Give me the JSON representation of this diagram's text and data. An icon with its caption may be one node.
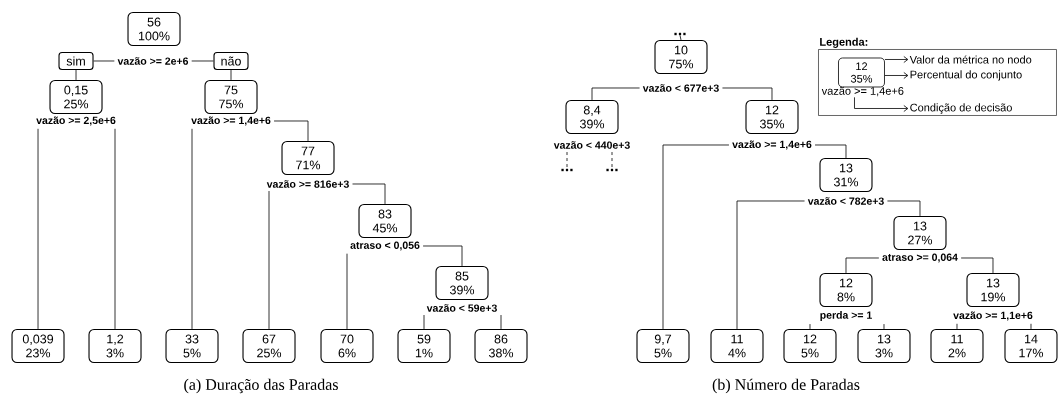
{
  "diagram": {
    "nodes": [
      {
        "text": [
          "56",
          "100%"
        ]
      },
      {
        "text": [
          "vazão >= 2e+6"
        ]
      },
      {
        "text": [
          "sim"
        ]
      },
      {
        "text": [
          "não"
        ]
      },
      {
        "text": [
          "0,15",
          "25%"
        ]
      },
      {
        "text": [
          "vazão >= 2,5e+6"
        ]
      },
      {
        "text": [
          "75",
          "75%"
        ]
      },
      {
        "text": [
          "vazão >= 1,4e+6"
        ]
      },
      {
        "text": [
          "77",
          "71%"
        ]
      },
      {
        "text": [
          "vazão >= 816e+3"
        ]
      },
      {
        "text": [
          "83",
          "45%"
        ]
      },
      {
        "text": [
          "atraso < 0,056"
        ]
      },
      {
        "text": [
          "85",
          "39%"
        ]
      },
      {
        "text": [
          "vazão < 59e+3"
        ]
      },
      {
        "text": [
          "0,039",
          "23%"
        ]
      },
      {
        "text": [
          "1,2",
          "3%"
        ]
      },
      {
        "text": [
          "33",
          "5%"
        ]
      },
      {
        "text": [
          "67",
          "25%"
        ]
      },
      {
        "text": [
          "70",
          "6%"
        ]
      },
      {
        "text": [
          "59",
          "1%"
        ]
      },
      {
        "text": [
          "86",
          "38%"
        ]
      },
      {
        "text": [
          "..."
        ]
      },
      {
        "text": [
          "10",
          "75%"
        ]
      },
      {
        "text": [
          "vazão < 677e+3"
        ]
      },
      {
        "text": [
          "8,4",
          "39%"
        ]
      },
      {
        "text": [
          "vazão < 440e+3"
        ]
      },
      {
        "text": [
          "..."
        ]
      },
      {
        "text": [
          "..."
        ]
      },
      {
        "text": [
          "12",
          "35%"
        ]
      },
      {
        "text": [
          "vazão >= 1,4e+6"
        ]
      },
      {
        "text": [
          "13",
          "31%"
        ]
      },
      {
        "text": [
          "vazão < 782e+3"
        ]
      },
      {
        "text": [
          "13",
          "27%"
        ]
      },
      {
        "text": [
          "atraso >= 0,064"
        ]
      },
      {
        "text": [
          "12",
          "8%"
        ]
      },
      {
        "text": [
          "perda >= 1"
        ]
      },
      {
        "text": [
          "13",
          "19%"
        ]
      },
      {
        "text": [
          "vazão >= 1,1e+6"
        ]
      },
      {
        "text": [
          "9,7",
          "5%"
        ]
      },
      {
        "text": [
          "11",
          "4%"
        ]
      },
      {
        "text": [
          "12",
          "5%"
        ]
      },
      {
        "text": [
          "13",
          "3%"
        ]
      },
      {
        "text": [
          "11",
          "2%"
        ]
      },
      {
        "text": [
          "14",
          "17%"
        ]
      },
      {
        "text": [
          "Legenda:"
        ]
      },
      {
        "text": [
          "12",
          "35%"
        ],
        "in": 44
      },
      {
        "text": [
          "vazão >= 1,4e+6"
        ],
        "in": 44
      },
      {
        "text": [
          "Valor da métrica no nodo"
        ],
        "in": 44
      },
      {
        "text": [
          "Percentual do conjunto"
        ],
        "in": 44
      },
      {
        "text": [
          "Condição de decisão"
        ],
        "in": 44
      }
    ],
    "edges": [
      {
        "from": 1,
        "to": 2,
        "arrow": "none"
      },
      {
        "from": 1,
        "to": 3,
        "arrow": "none"
      },
      {
        "from": 2,
        "to": 4,
        "arrow": "none"
      },
      {
        "from": 3,
        "to": 6,
        "arrow": "none"
      },
      {
        "from": 5,
        "to": 14,
        "arrow": "none"
      },
      {
        "from": 5,
        "to": 15,
        "arrow": "none"
      },
      {
        "from": 7,
        "to": 16,
        "arrow": "none"
      },
      {
        "from": 7,
        "to": 8,
        "arrow": "none"
      },
      {
        "from": 9,
        "to": 17,
        "arrow": "none"
      },
      {
        "from": 9,
        "to": 10,
        "arrow": "none"
      },
      {
        "from": 11,
        "to": 18,
        "arrow": "none"
      },
      {
        "from": 11,
        "to": 12,
        "arrow": "none"
      },
      {
        "from": 13,
        "to": 19,
        "arrow": "none"
      },
      {
        "from": 13,
        "to": 20,
        "arrow": "none"
      },
      {
        "from": 21,
        "to": 22,
        "arrow": "none"
      },
      {
        "from": 23,
        "to": 24,
        "arrow": "none"
      },
      {
        "from": 23,
        "to": 28,
        "arrow": "none"
      },
      {
        "from": 25,
        "to": 26,
        "arrow": "none",
        "style": "dashed"
      },
      {
        "from": 25,
        "to": 27,
        "arrow": "none",
        "style": "dashed"
      },
      {
        "from": 29,
        "to": 38,
        "arrow": "none"
      },
      {
        "from": 29,
        "to": 30,
        "arrow": "none"
      },
      {
        "from": 31,
        "to": 39,
        "arrow": "none"
      },
      {
        "from": 31,
        "to": 32,
        "arrow": "none"
      },
      {
        "from": 33,
        "to": 34,
        "arrow": "none"
      },
      {
        "from": 33,
        "to": 36,
        "arrow": "none"
      },
      {
        "from": 35,
        "to": 40,
        "arrow": "none"
      },
      {
        "from": 35,
        "to": 41,
        "arrow": "none"
      },
      {
        "from": 37,
        "to": 42,
        "arrow": "none"
      },
      {
        "from": 37,
        "to": 43,
        "arrow": "none"
      },
      {
        "from": 45,
        "to": 47,
        "arrow": "to"
      },
      {
        "from": 45,
        "to": 48,
        "arrow": "to"
      },
      {
        "from": 46,
        "to": 49,
        "arrow": "to"
      }
    ],
    "labels": [
      "(a) Duração das Paradas",
      "(b) Número de Paradas"
    ]
  }
}
